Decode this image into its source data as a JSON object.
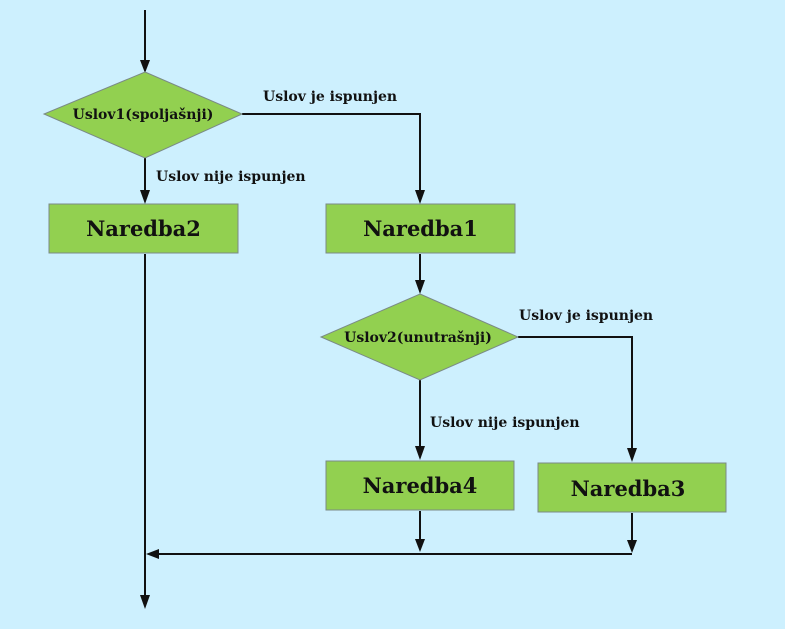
{
  "diagram": {
    "conditions": {
      "outer": "Uslov1(spoljašnji)",
      "inner": "Uslov2(unutrašnji)"
    },
    "statements": {
      "n1": "Naredba1",
      "n2": "Naredba2",
      "n3": "Naredba3",
      "n4": "Naredba4"
    },
    "edge_labels": {
      "outer_true": "Uslov je ispunjen",
      "outer_false": "Uslov nije ispunjen",
      "inner_true": "Uslov je ispunjen",
      "inner_false": "Uslov nije ispunjen"
    }
  }
}
